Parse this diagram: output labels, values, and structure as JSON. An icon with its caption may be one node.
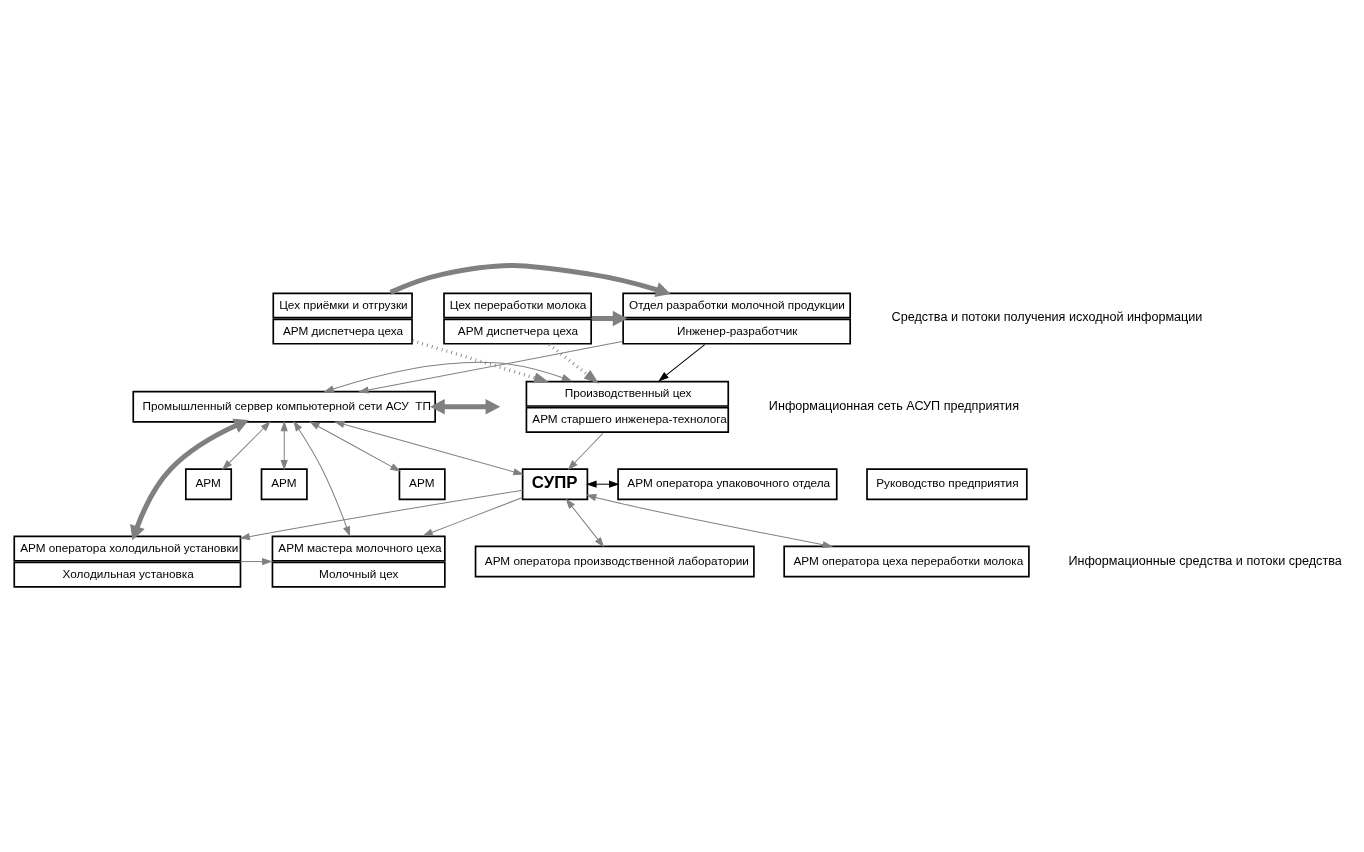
{
  "diagram": {
    "nodes": [
      {
        "text": [
          "Цех переработки молока",
          "АРМ диспетчера цеха"
        ]
      },
      {
        "text": [
          "Отдел разработки молочной продукции",
          "Инженер-разработчик"
        ]
      },
      {
        "text": [
          "Цех приёмки и отгрузки",
          "АРМ диспетчера цеха"
        ]
      },
      {
        "text": [
          "Промышленный сервер компьютерной сети АСУ  ТП"
        ]
      },
      {
        "text": [
          "Производственный цех",
          "АРМ старшего инженера-технолога"
        ]
      },
      {
        "text": [
          "АРМ оператора производственной лаборатории"
        ]
      },
      {
        "text": [
          "Руководство предприятия"
        ]
      },
      {
        "text": [
          "АРМ"
        ]
      },
      {
        "text": [
          "АРМ"
        ]
      },
      {
        "text": [
          "АРМ"
        ]
      },
      {
        "text": [
          "СУПР"
        ]
      },
      {
        "text": [
          "АРМ оператора упаковочного отдела"
        ]
      },
      {
        "text": [
          "АРМ мастера молочного цеха",
          "Молочный цех"
        ]
      },
      {
        "text": [
          "АРМ оператора холодильной установки",
          "Холодильная установка"
        ]
      },
      {
        "text": [
          "АРМ оператора цеха переработки молока"
        ]
      }
    ],
    "edges": [
      {
        "from": 0,
        "to": 1,
        "arrow": "to",
        "style": "thick"
      },
      {
        "from": 0,
        "to": 4,
        "arrow": "to",
        "style": "dashed"
      },
      {
        "from": 2,
        "to": 1,
        "arrow": "to",
        "style": "thick"
      },
      {
        "from": 2,
        "to": 4,
        "arrow": "to",
        "style": "dashed"
      },
      {
        "from": 1,
        "to": 3,
        "arrow": "to"
      },
      {
        "from": 1,
        "to": 4,
        "arrow": "to",
        "color": "#000000"
      },
      {
        "from": null,
        "to": 3,
        "arrow": "both",
        "style": "thick"
      },
      {
        "from": 3,
        "to": 4,
        "arrow": "both"
      },
      {
        "from": 3,
        "to": 10,
        "arrow": "both"
      },
      {
        "from": 3,
        "to": 7,
        "arrow": "both"
      },
      {
        "from": 3,
        "to": 8,
        "arrow": "both"
      },
      {
        "from": 3,
        "to": 9,
        "arrow": "both"
      },
      {
        "from": 3,
        "to": 12,
        "arrow": "both"
      },
      {
        "from": 3,
        "to": 13,
        "arrow": "both",
        "style": "thick"
      },
      {
        "from": 4,
        "to": 10,
        "arrow": "to"
      },
      {
        "from": 10,
        "to": 5,
        "arrow": "both"
      },
      {
        "from": 10,
        "to": 11,
        "arrow": "both",
        "color": "#000000"
      },
      {
        "from": 10,
        "to": 12,
        "arrow": "to"
      },
      {
        "from": 10,
        "to": 13,
        "arrow": "to"
      },
      {
        "from": 10,
        "to": 14,
        "arrow": "both"
      },
      {
        "from": 13,
        "to": 12,
        "arrow": "to"
      }
    ],
    "labels": [
      "Информационная сеть АСУП предприятия",
      "Средства и потоки получения исходной информации",
      "Информационные средства и потоки средства"
    ]
  }
}
